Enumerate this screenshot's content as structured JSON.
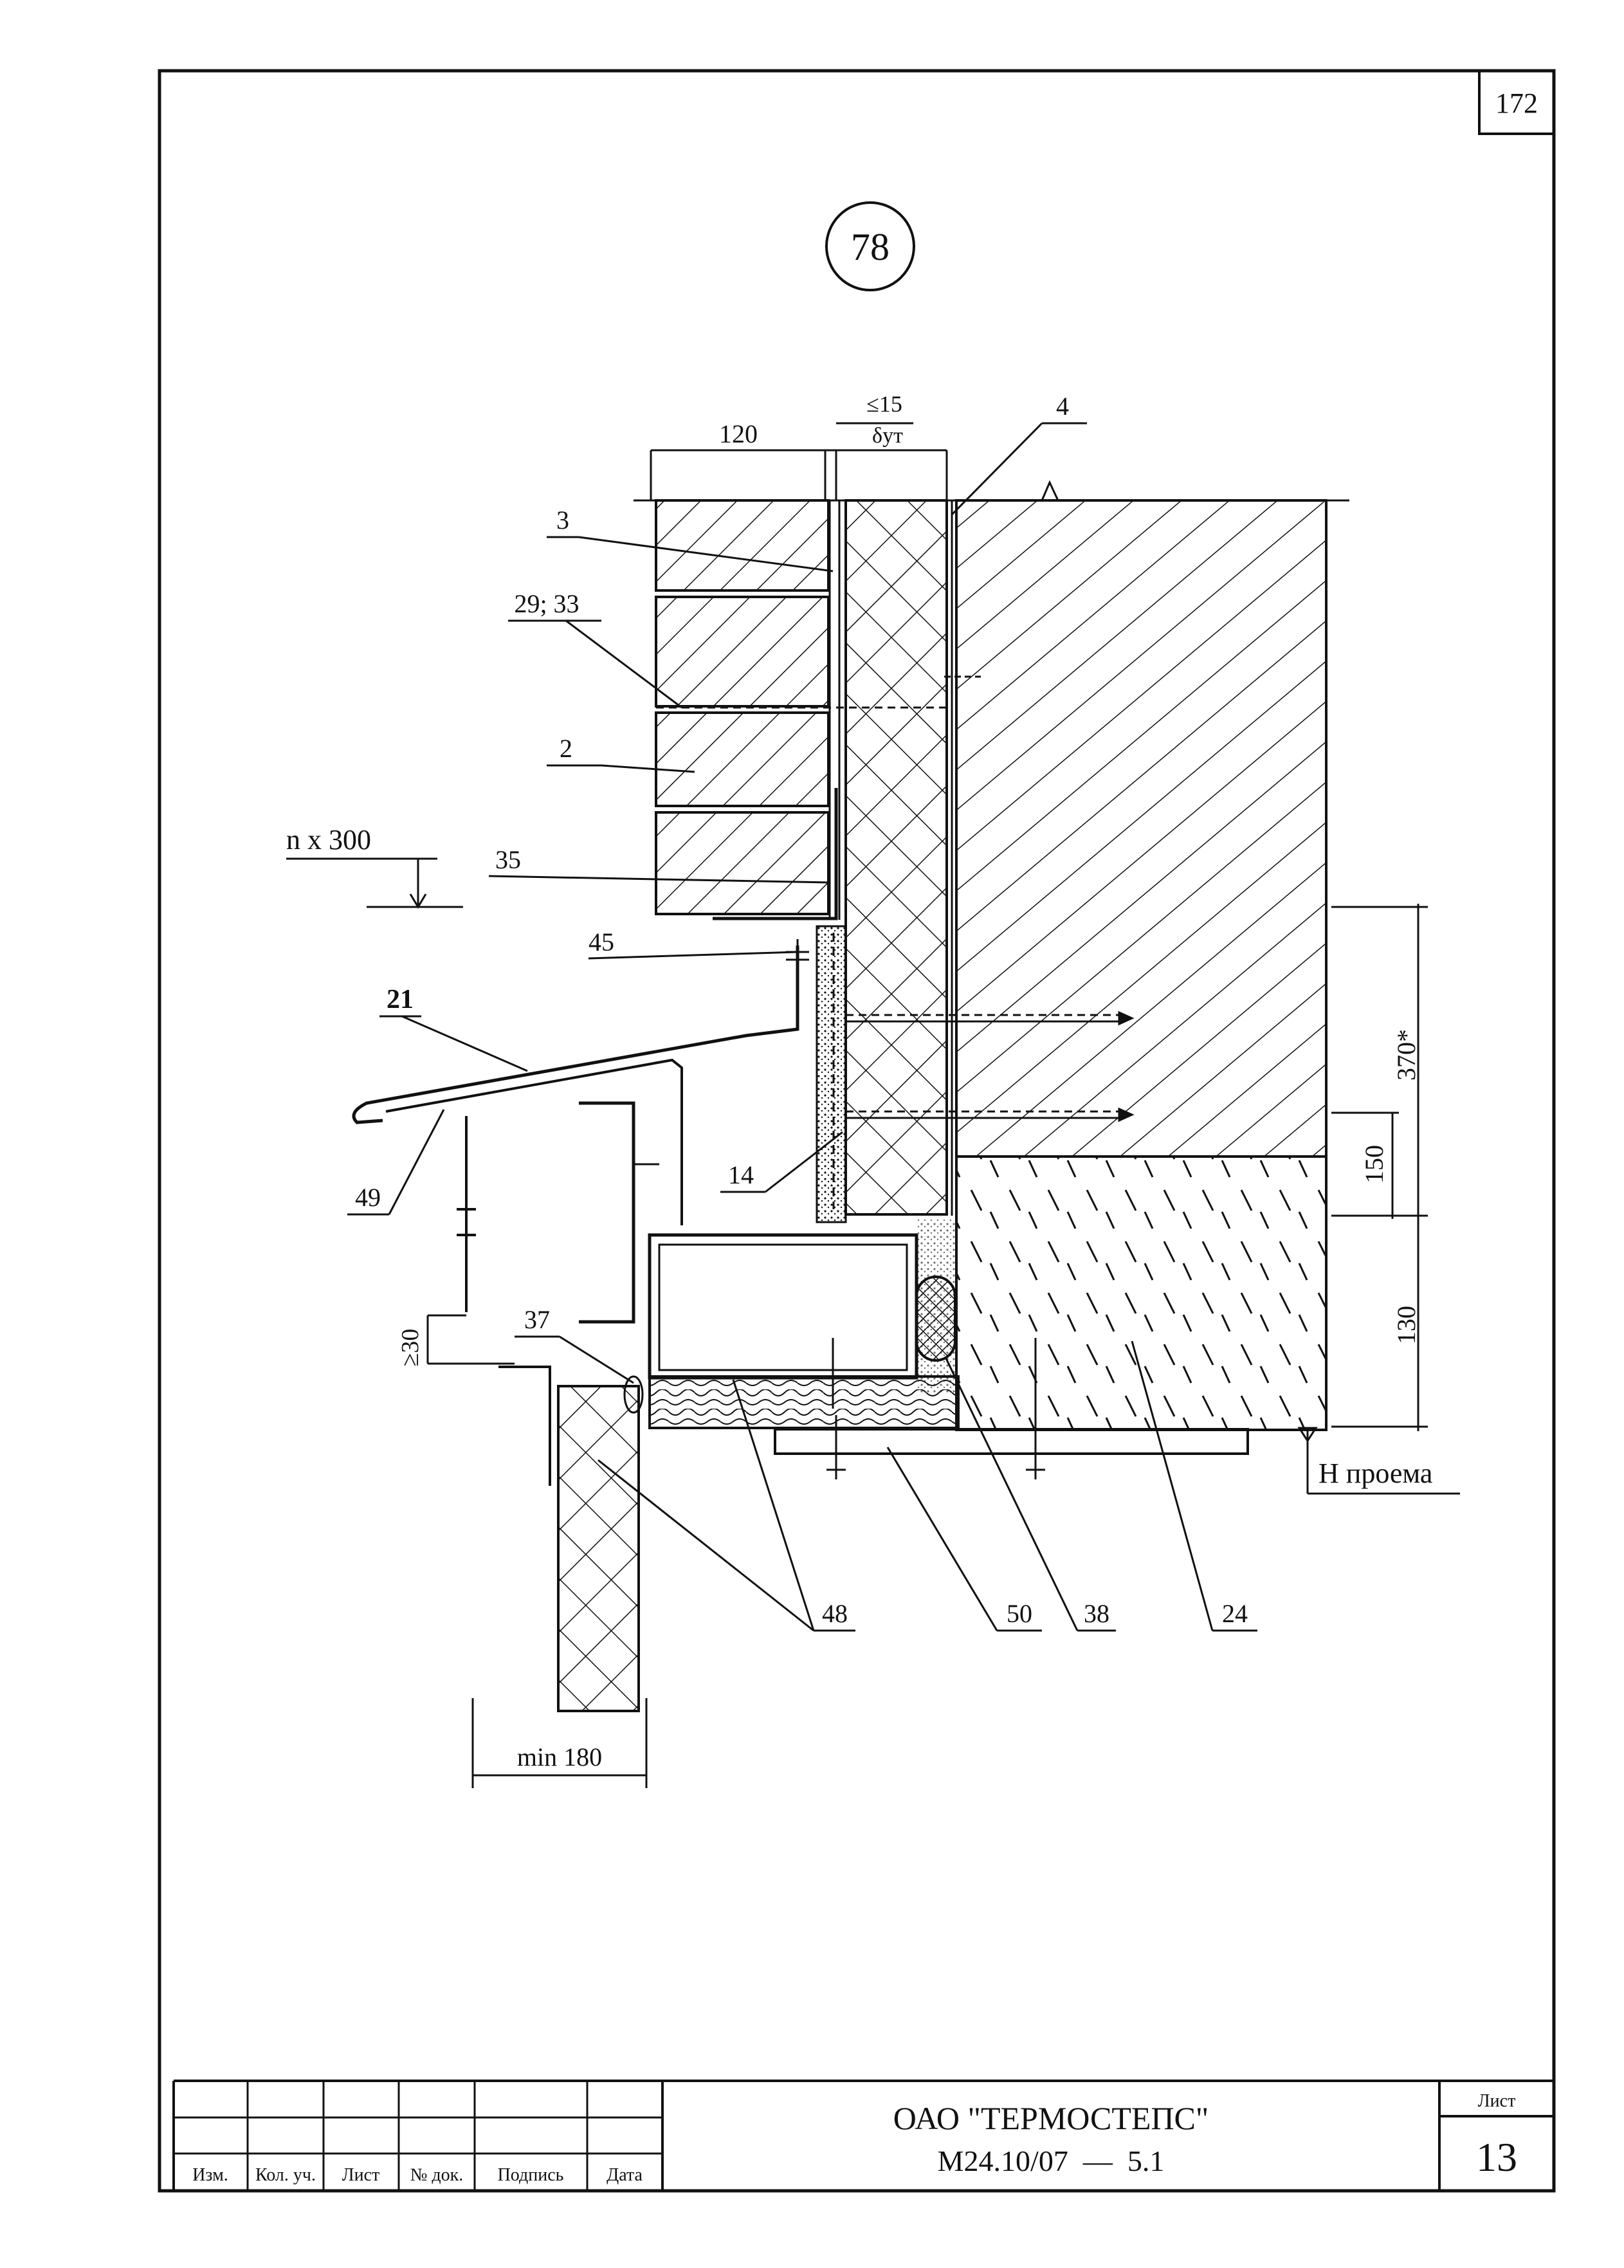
{
  "sheet": {
    "corner_number": "172",
    "detail_number": "78"
  },
  "dimensions": {
    "brick_width": "120",
    "gap": "≤15",
    "insulation": "δут",
    "module": "n x 300",
    "d370": "370*",
    "d150": "150",
    "d130": "130",
    "min_gap": "≥30",
    "min180": "min 180",
    "opening": "Н проема"
  },
  "callouts": [
    "4",
    "3",
    "29; 33",
    "2",
    "35",
    "45",
    "21",
    "49",
    "14",
    "37",
    "48",
    "50",
    "38",
    "24"
  ],
  "title_block": {
    "headers": [
      "Изм.",
      "Кол. уч.",
      "Лист",
      "№ док.",
      "Подпись",
      "Дата"
    ],
    "org": "ОАО \"ТЕРМОСТЕПС\"",
    "doc_code": "М24.10/07  —  5.1",
    "sheet_label": "Лист",
    "sheet_no": "13"
  }
}
